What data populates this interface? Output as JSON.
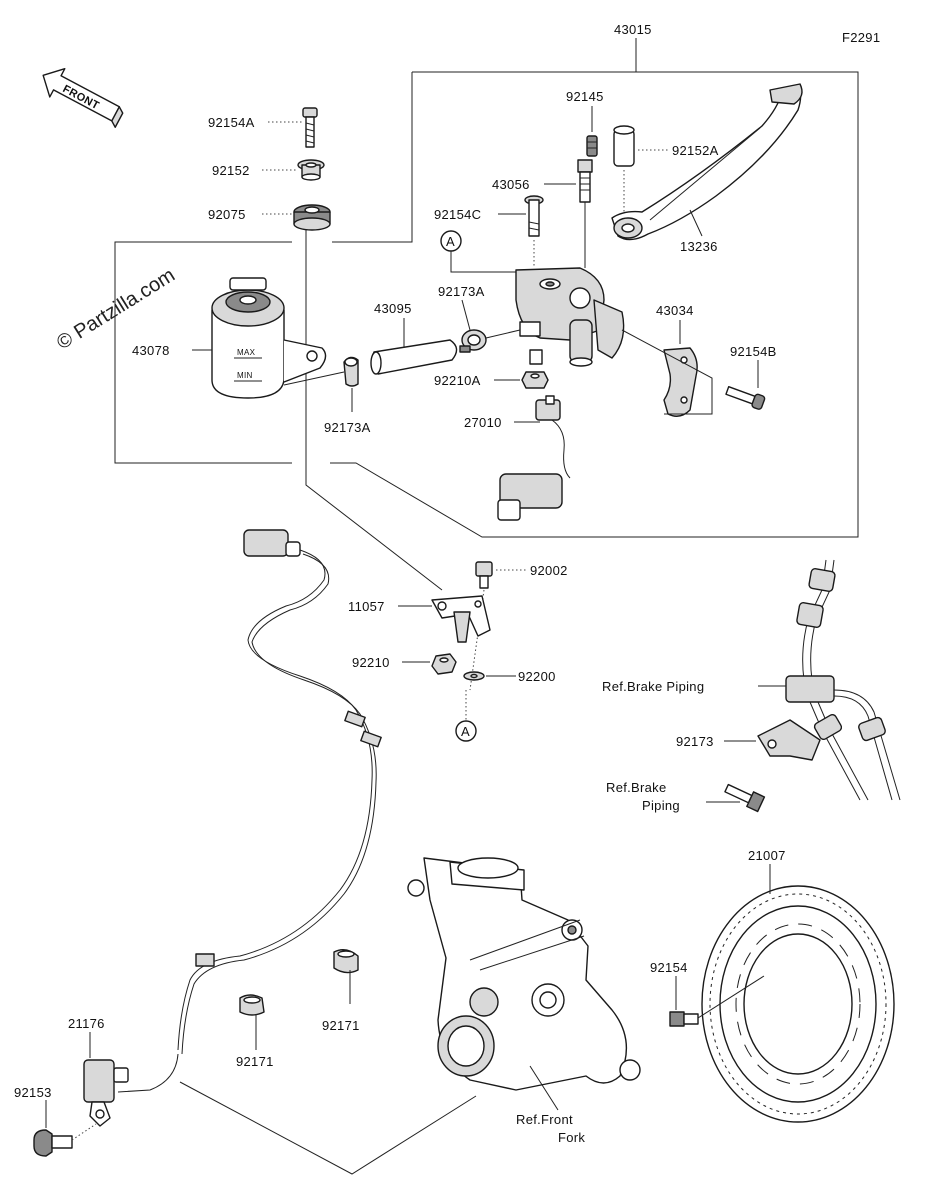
{
  "figure_code": "F2291",
  "front_label": "FRONT",
  "watermark": "© Partzilla.com",
  "callouts": {
    "c43015": "43015",
    "c92145": "92145",
    "c92152A": "92152A",
    "c43056": "43056",
    "c92154C": "92154C",
    "c13236": "13236",
    "c92154A": "92154A",
    "c92152": "92152",
    "c92075": "92075",
    "cA1": "A",
    "c92173A_top": "92173A",
    "c43095": "43095",
    "c43034": "43034",
    "c92154B": "92154B",
    "c43078": "43078",
    "c92210A": "92210A",
    "c92173A_bot": "92173A",
    "c27010": "27010",
    "c92002": "92002",
    "c11057": "11057",
    "c92210": "92210",
    "c92200": "92200",
    "cA2": "A",
    "c92173": "92173",
    "c21007": "21007",
    "c92154": "92154",
    "c92171_a": "92171",
    "c92171_b": "92171",
    "c21176": "21176",
    "c92153": "92153"
  },
  "refs": {
    "brake_piping_1": "Ref.Brake Piping",
    "brake_piping_2a": "Ref.Brake",
    "brake_piping_2b": "Piping",
    "front_fork_a": "Ref.Front",
    "front_fork_b": "Fork"
  },
  "reservoir_marks": {
    "max": "MAX",
    "min": "MIN"
  }
}
